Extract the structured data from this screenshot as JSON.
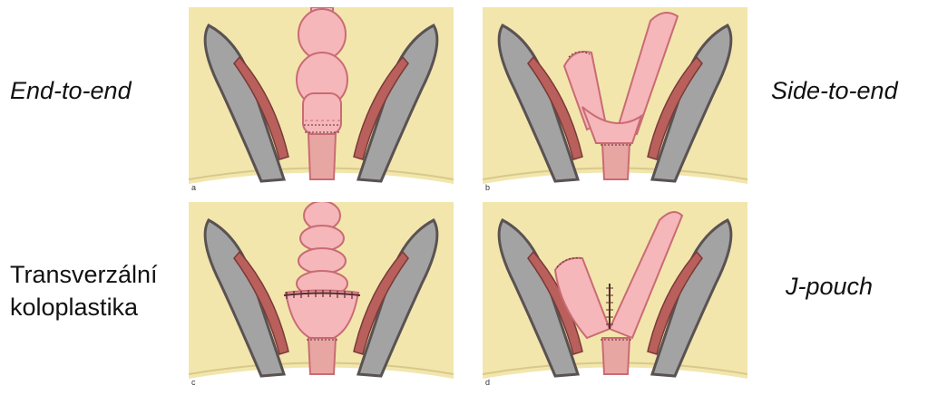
{
  "labels": {
    "end_to_end": "End-to-end",
    "side_to_end": "Side-to-end",
    "transverse_line1": "Transverzální",
    "transverse_line2": "koloplastika",
    "j_pouch": "J-pouch"
  },
  "panels": [
    {
      "letter": "a"
    },
    {
      "letter": "b"
    },
    {
      "letter": "c"
    },
    {
      "letter": "d"
    }
  ],
  "colors": {
    "pelvis_fill": "#f2e6ad",
    "bone_fill": "#a3a3a3",
    "bone_outline": "#5a5252",
    "muscle_fill": "#b9605c",
    "bowel_fill": "#f5b7b9",
    "bowel_outline": "#c96b74",
    "suture_line": "#5a2a2e"
  }
}
